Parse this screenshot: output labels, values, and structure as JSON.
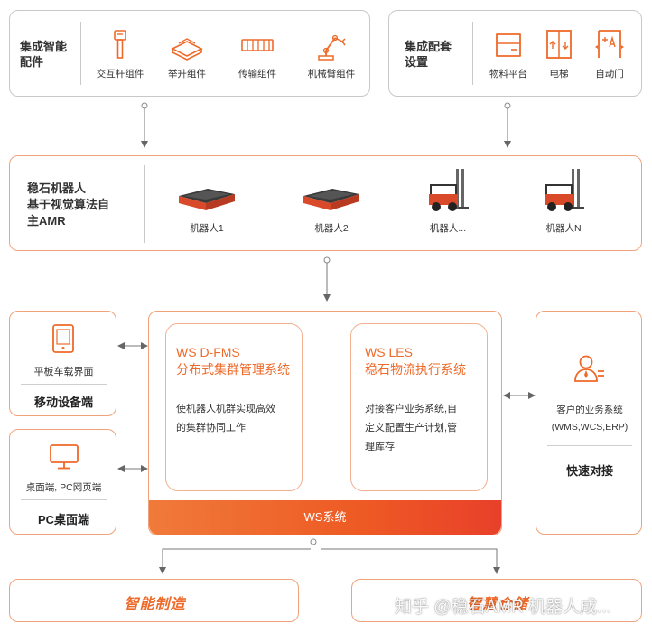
{
  "top_left": {
    "title": "集成智能\n配件",
    "items": [
      {
        "label": "交互杆组件",
        "icon": "interaction-rod-icon"
      },
      {
        "label": "举升组件",
        "icon": "lift-module-icon"
      },
      {
        "label": "传输组件",
        "icon": "conveyor-module-icon"
      },
      {
        "label": "机械臂组件",
        "icon": "robot-arm-icon"
      }
    ]
  },
  "top_right": {
    "title": "集成配套\n设置",
    "items": [
      {
        "label": "物料平台",
        "icon": "material-platform-icon"
      },
      {
        "label": "电梯",
        "icon": "elevator-icon"
      },
      {
        "label": "自动门",
        "icon": "automatic-door-icon"
      }
    ]
  },
  "robots": {
    "title": "稳石机器人\n基于视觉算法自\n主AMR",
    "items": [
      {
        "label": "机器人1",
        "icon": "amr-robot-icon"
      },
      {
        "label": "机器人2",
        "icon": "amr-robot-icon"
      },
      {
        "label": "机器人...",
        "icon": "forklift-robot-icon"
      },
      {
        "label": "机器人N",
        "icon": "forklift-robot-icon"
      }
    ]
  },
  "mobile": {
    "icon": "tablet-icon",
    "caption": "平板车载界面",
    "title": "移动设备端"
  },
  "pc": {
    "icon": "monitor-icon",
    "caption": "桌面端, PC网页端",
    "title": "PC桌面端"
  },
  "ws": {
    "fms_title": "WS D-FMS\n分布式集群管理系统",
    "fms_desc": "使机器人机群实现高效\n的集群协同工作",
    "les_title": "WS LES\n稳石物流执行系统",
    "les_desc": "对接客户业务系统,自\n定义配置生产计划,管\n理库存",
    "bar_label": "WS系统"
  },
  "customer": {
    "icon": "business-user-icon",
    "caption": "客户的业务系统\n(WMS,WCS,ERP)",
    "title": "快速对接"
  },
  "bottom": {
    "left": "智能制造",
    "right": "智慧仓储"
  },
  "watermark": "知乎 @稳石AMR 机器人成...",
  "colors": {
    "accent": "#ee6a2a",
    "border": "#c8c8c8",
    "outline_orange": "#f0a27a"
  }
}
